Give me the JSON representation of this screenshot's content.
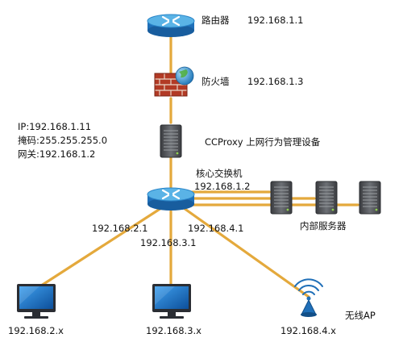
{
  "colors": {
    "link": "#e4a93c",
    "router_top": "#5ab3e6",
    "router_side": "#1f6fb8",
    "server_body": "#4a4c50",
    "server_face": "#6d7075",
    "monitor_frame": "#2a2d33",
    "monitor_screen": "#1a73c9",
    "wall_brick": "#b23a25",
    "globe": "#3f9fd8"
  },
  "icons": {
    "router": "router-icon",
    "firewall": "firewall-icon",
    "proxy": "server-icon",
    "core_switch": "switch-icon",
    "servers": "server-icon",
    "pc": "monitor-icon",
    "ap": "wireless-ap-icon"
  },
  "nodes": {
    "router": {
      "name": "路由器",
      "ip": "192.168.1.1"
    },
    "firewall": {
      "name": "防火墙",
      "ip": "192.168.1.3"
    },
    "proxy": {
      "name": "CCProxy 上网行为管理设备"
    },
    "proxy_cfg": {
      "ip": "IP:192.168.1.11",
      "mask": "掩码:255.255.255.0",
      "gateway": "网关:192.168.1.2"
    },
    "core_switch": {
      "name": "核心交换机",
      "ip": "192.168.1.2"
    },
    "servers": {
      "name": "内部服务器"
    },
    "ap": {
      "name": "无线AP"
    }
  },
  "ports": {
    "p2": "192.168.2.1",
    "p3": "192.168.3.1",
    "p4": "192.168.4.1"
  },
  "subnets": {
    "s2": "192.168.2.x",
    "s3": "192.168.3.x",
    "s4": "192.168.4.x"
  }
}
